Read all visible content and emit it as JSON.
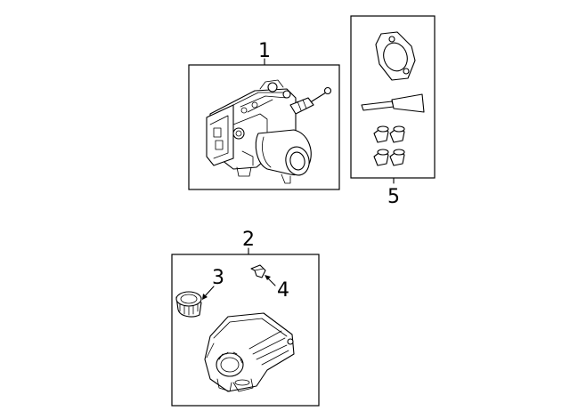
{
  "callouts": {
    "c1": "1",
    "c2": "2",
    "c3": "3",
    "c4": "4",
    "c5": "5"
  },
  "parts": {
    "p1": "abs-modulator-assembly-icon",
    "p2": "reservoir-assembly-icon",
    "p3": "reservoir-cap-icon",
    "p4": "clip-icon",
    "p5": "gasket-and-fittings-kit-icon"
  },
  "colors": {
    "line": "#000000",
    "background": "#ffffff"
  }
}
